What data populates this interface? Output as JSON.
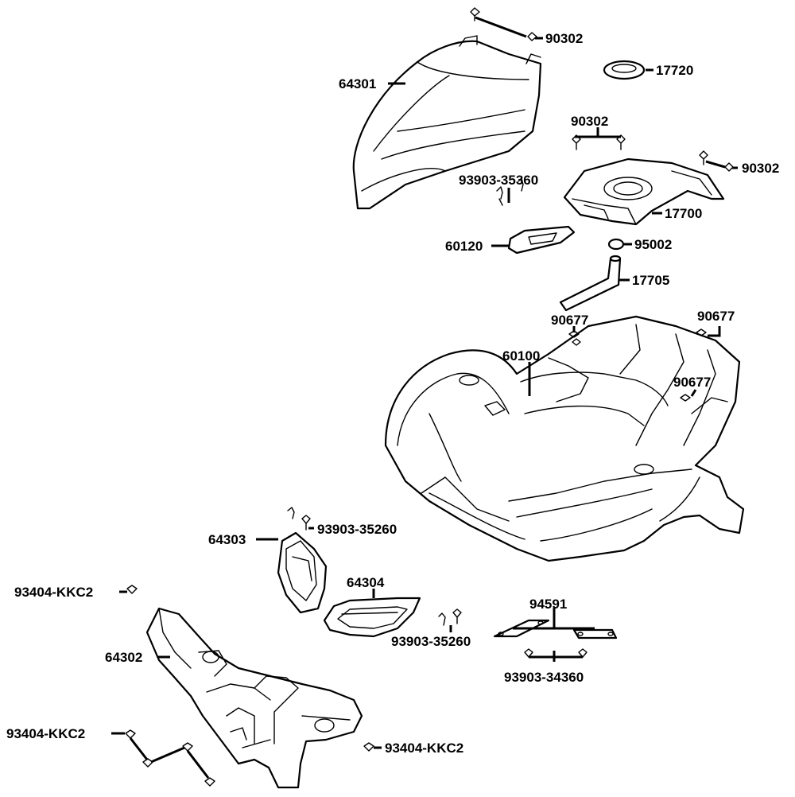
{
  "colors": {
    "line": "#000000",
    "background": "#ffffff"
  },
  "parts": {
    "p90302_top": "90302",
    "p17720": "17720",
    "p64301": "64301",
    "p90302_mid": "90302",
    "p90302_right": "90302",
    "p93903_35360": "93903-35360",
    "p17700": "17700",
    "p60120": "60120",
    "p95002": "95002",
    "p17705": "17705",
    "p90677_left": "90677",
    "p90677_right": "90677",
    "p60100": "60100",
    "p90677_side": "90677",
    "p64303": "64303",
    "p93903_35260_upper": "93903-35260",
    "p64304": "64304",
    "p93404_kkc2_left": "93404-KKC2",
    "p94591": "94591",
    "p93903_35260_lower": "93903-35260",
    "p64302": "64302",
    "p93903_34360": "93903-34360",
    "p93404_kkc2_bottom_left": "93404-KKC2",
    "p93404_kkc2_bottom_right": "93404-KKC2"
  }
}
